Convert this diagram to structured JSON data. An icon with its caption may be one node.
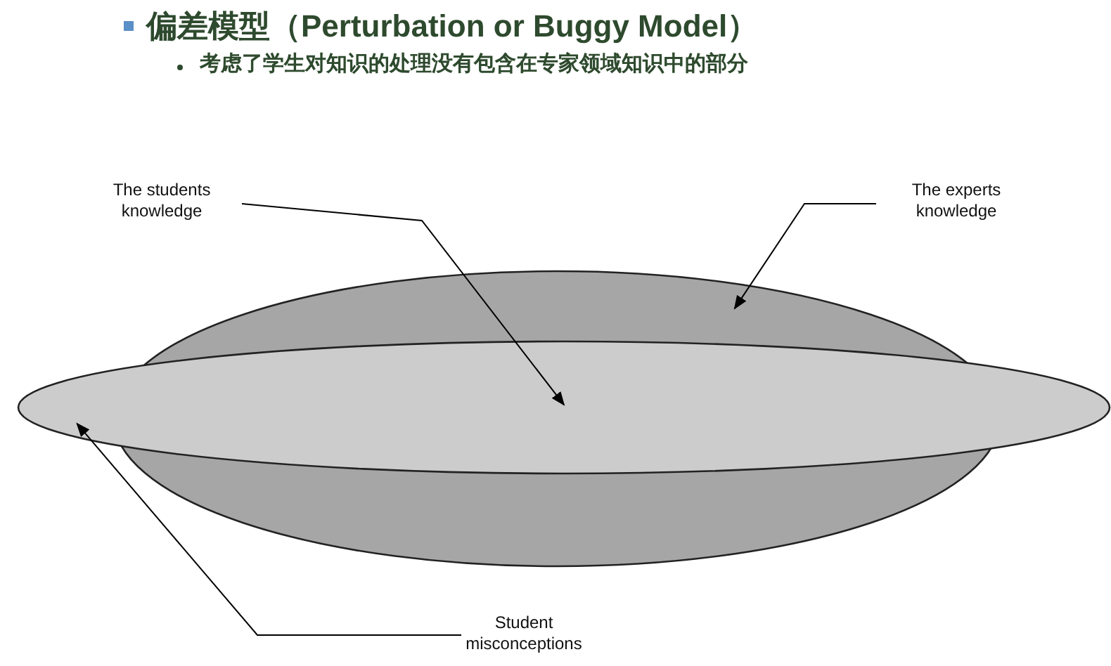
{
  "diagram": {
    "title": "偏差模型（Perturbation or Buggy Model）",
    "nodes": [
      {
        "text": [
          "The students knowledge"
        ]
      },
      {
        "text": [
          "The experts knowledge"
        ]
      },
      {
        "text": [
          "Student misconceptions"
        ]
      },
      {
        "text": [],
        "shape": "ellipse"
      },
      {
        "text": [],
        "shape": "ellipse"
      }
    ],
    "edges": [
      {
        "from": 0,
        "to": 4,
        "arrow": "to"
      },
      {
        "from": 1,
        "to": 3,
        "arrow": "to"
      },
      {
        "from": 2,
        "to": 4,
        "arrow": "to"
      }
    ],
    "labels": [
      "考虑了学生对知识的处理没有包含在专家领域知识中的部分"
    ]
  }
}
